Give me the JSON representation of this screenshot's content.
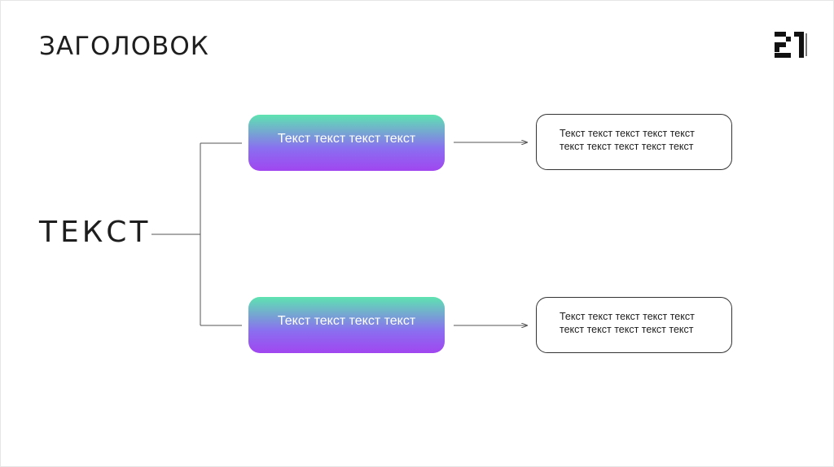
{
  "slide": {
    "title": "ЗАГОЛОВОК",
    "logo_icon": "21-logo-icon",
    "root_label": "ТЕКСТ"
  },
  "branches": [
    {
      "box_label": "Текст текст текст текст",
      "detail_lines": [
        "Текст текст текст текст текст",
        "текст текст текст текст текст"
      ]
    },
    {
      "box_label": "Текст текст текст текст",
      "detail_lines": [
        "Текст текст текст текст текст",
        "текст текст текст текст текст"
      ]
    }
  ],
  "colors": {
    "gradient_top": "#5ee3b0",
    "gradient_bottom": "#a046f0",
    "line": "#555555",
    "text": "#1e1e1e"
  }
}
